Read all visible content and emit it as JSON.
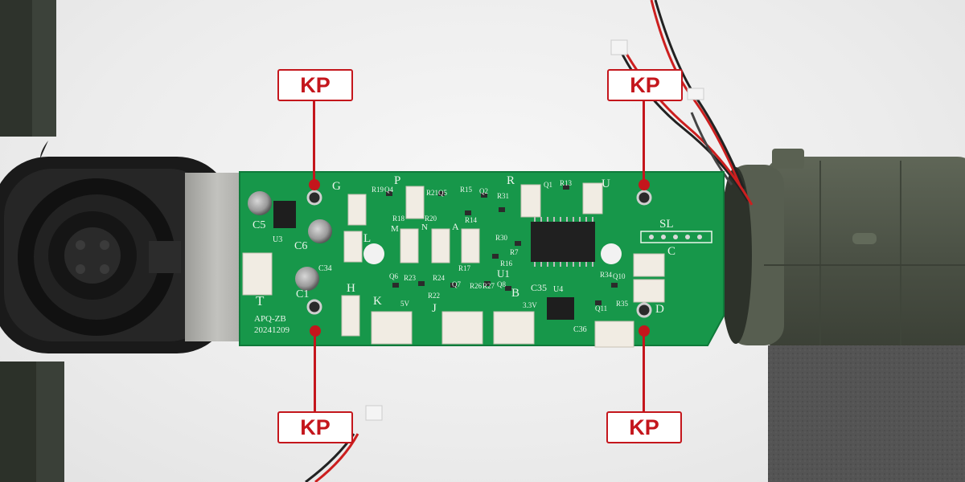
{
  "callouts": {
    "top_left": "KP",
    "top_right": "KP",
    "bottom_left": "KP",
    "bottom_right": "KP"
  },
  "board": {
    "model_label": "APQ-ZB",
    "date_code": "20241209",
    "connector_letters": {
      "g": "G",
      "p": "P",
      "r": "R",
      "u": "U",
      "l": "L",
      "m": "M",
      "n": "N",
      "a": "A",
      "h": "H",
      "k": "K",
      "j": "J",
      "b": "B",
      "c": "C",
      "d": "D",
      "t": "T"
    },
    "component_labels": {
      "c5": "C5",
      "c6": "C6",
      "c1": "C1",
      "u3": "U3",
      "c34": "C34",
      "u1": "U1",
      "u4": "U4",
      "c35": "C35",
      "c36": "C36",
      "sl": "SL",
      "five_v": "5V",
      "three_v": "3.3V",
      "r19": "R19",
      "q4": "Q4",
      "r21": "R21",
      "q5": "Q5",
      "r15": "R15",
      "q2": "Q2",
      "r13": "R13",
      "q1": "Q1",
      "r31": "R31",
      "r14": "R14",
      "r18": "R18",
      "r20": "R20",
      "r16": "R16",
      "r17": "R17",
      "r30": "R30",
      "r7": "R7",
      "q6": "Q6",
      "r23": "R23",
      "r24": "R24",
      "r22": "R22",
      "q7": "Q7",
      "r26": "R26",
      "r27": "R27",
      "q8": "Q8",
      "r34": "R34",
      "q10": "Q10",
      "r35": "R35",
      "q11": "Q11"
    }
  },
  "colors": {
    "callout_red": "#c4161c",
    "pcb_green": "#17974a",
    "housing_olive": "#4e5447",
    "foam_gray": "#525252"
  }
}
